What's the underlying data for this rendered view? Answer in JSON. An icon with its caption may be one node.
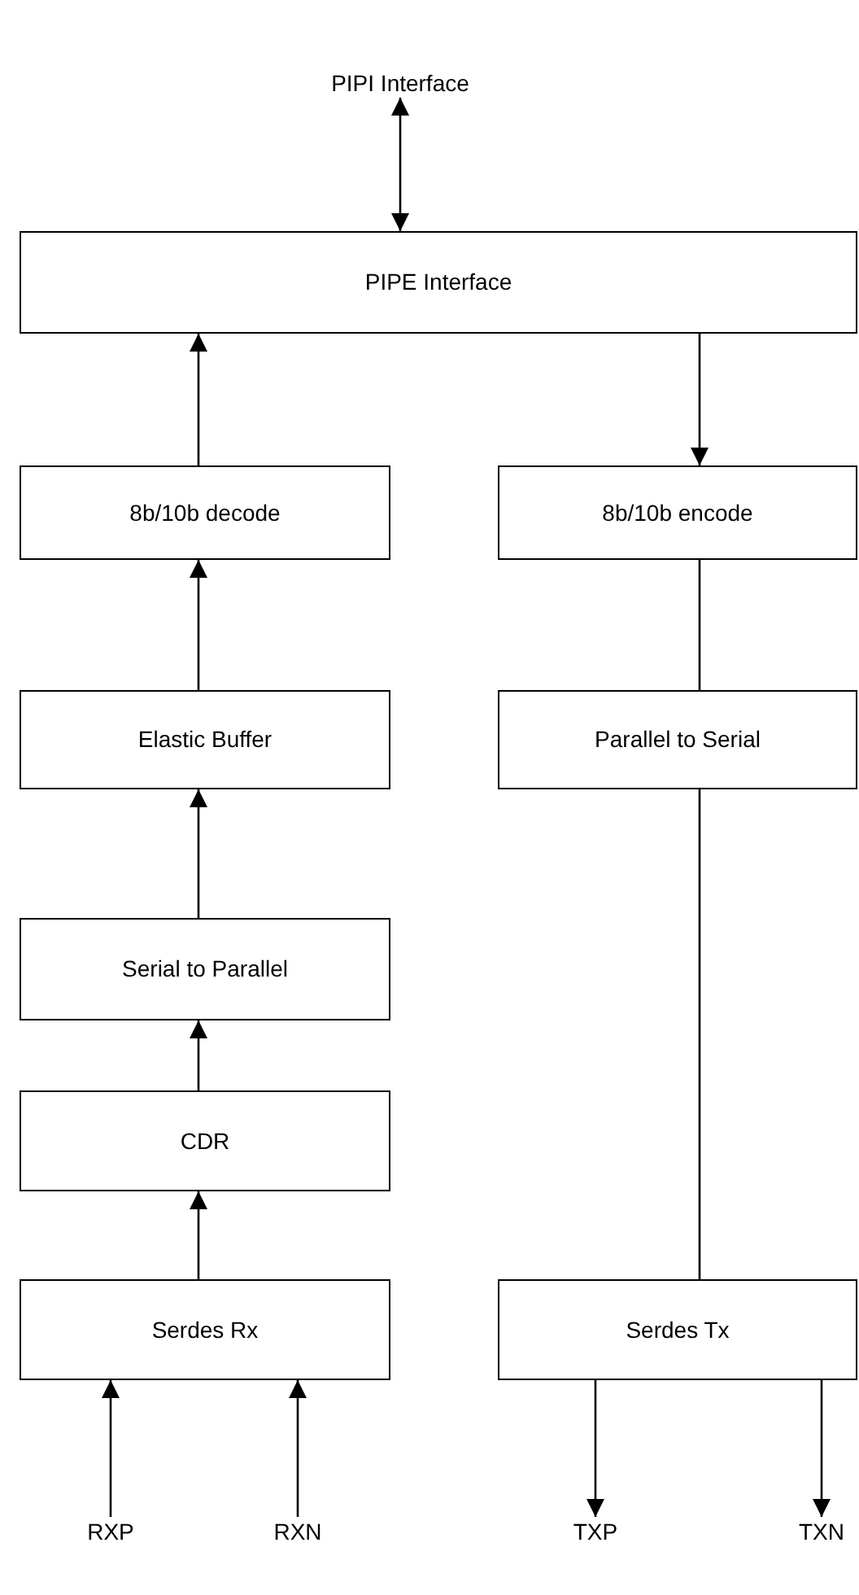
{
  "diagram": {
    "nodes": [
      {
        "text": [
          "PIPI Interface"
        ]
      },
      {
        "text": [
          "PIPE Interface"
        ]
      },
      {
        "text": [
          "8b/10b decode"
        ]
      },
      {
        "text": [
          "8b/10b encode"
        ]
      },
      {
        "text": [
          "Elastic Buffer"
        ]
      },
      {
        "text": [
          "Parallel to Serial"
        ]
      },
      {
        "text": [
          "Serial to Parallel"
        ]
      },
      {
        "text": [
          "CDR"
        ]
      },
      {
        "text": [
          "Serdes Rx"
        ]
      },
      {
        "text": [
          "Serdes Tx"
        ]
      },
      {
        "text": [
          "RXP"
        ]
      },
      {
        "text": [
          "RXN"
        ]
      },
      {
        "text": [
          "TXP"
        ]
      },
      {
        "text": [
          "TXN"
        ]
      }
    ],
    "edges": [
      {
        "from": 0,
        "to": 1,
        "arrow": "both"
      },
      {
        "from": 2,
        "to": 1,
        "arrow": "to"
      },
      {
        "from": 1,
        "to": 3,
        "arrow": "to"
      },
      {
        "from": 4,
        "to": 2,
        "arrow": "to"
      },
      {
        "from": 3,
        "to": 5,
        "arrow": "none"
      },
      {
        "from": 6,
        "to": 4,
        "arrow": "to"
      },
      {
        "from": 7,
        "to": 6,
        "arrow": "to"
      },
      {
        "from": 8,
        "to": 7,
        "arrow": "to"
      },
      {
        "from": 5,
        "to": 9,
        "arrow": "none"
      },
      {
        "from": 10,
        "to": 8,
        "arrow": "to"
      },
      {
        "from": 11,
        "to": 8,
        "arrow": "to"
      },
      {
        "from": 9,
        "to": 12,
        "arrow": "to"
      },
      {
        "from": 9,
        "to": 13,
        "arrow": "to"
      }
    ]
  }
}
